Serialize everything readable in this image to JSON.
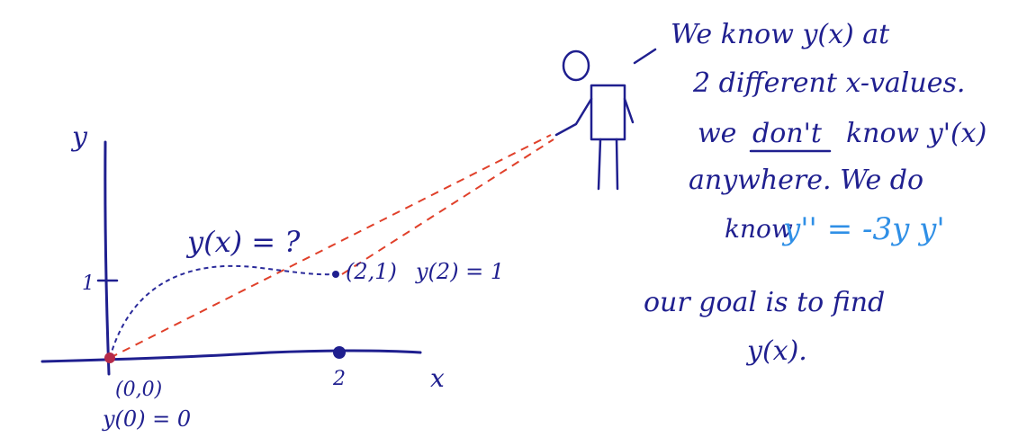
{
  "axes": {
    "x_label": "x",
    "y_label": "y",
    "y_tick": "1",
    "x_tick": "2"
  },
  "points": {
    "origin": "(0,0)",
    "end": "(2,1)"
  },
  "conditions": {
    "left": "y(0) = 0",
    "right": "y(2) = 1"
  },
  "curve_label": "y(x) = ?",
  "speech": {
    "line1": "We know y(x) at",
    "line2": "2 different x-values.",
    "line3_a": "we",
    "line3_b": "don't",
    "line3_c": "know y'(x)",
    "line4": "anywhere. We do",
    "line5_a": "know",
    "line5_b": "y'' = -3y y'",
    "line6": "our goal is to find",
    "line7": "y(x)."
  },
  "colors": {
    "ink": "#1f1f8f",
    "equation": "#2f8fe6",
    "dashes": "#e0402a"
  }
}
